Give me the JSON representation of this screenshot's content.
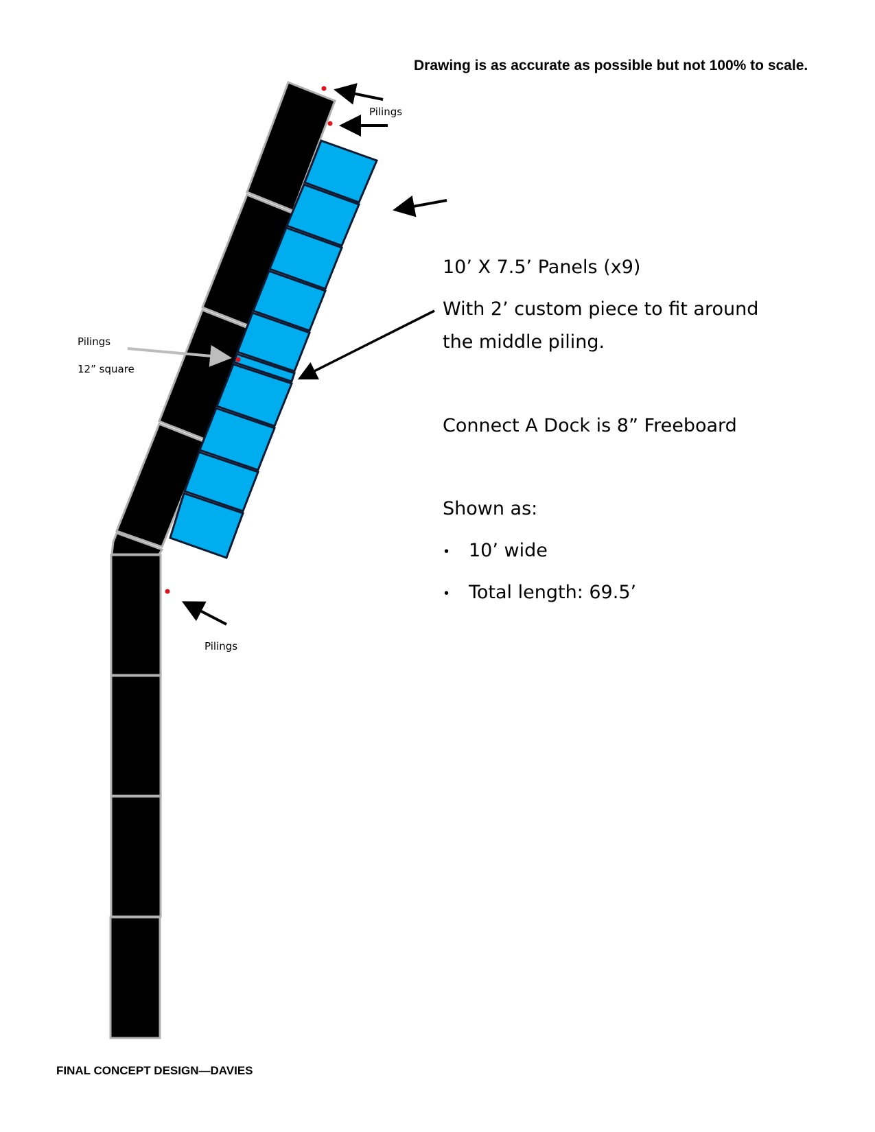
{
  "header": {
    "disclaimer": "Drawing is as accurate as possible but not 100% to scale."
  },
  "labels": {
    "pilings_top": "Pilings",
    "pilings_middle": "Pilings",
    "pilings_middle_size": "12” square",
    "pilings_bottom": "Pilings"
  },
  "notes": {
    "panels": "10’ X 7.5’ Panels (x9)",
    "custom_piece_line1": "With 2’ custom piece to fit around",
    "custom_piece_line2": "the middle piling.",
    "freeboard": "Connect A Dock is 8” Freeboard",
    "shown_as": "Shown as:",
    "bullets": [
      "10’ wide",
      "Total length: 69.5’"
    ]
  },
  "footer": {
    "title": "FINAL CONCEPT DESIGN—DAVIES"
  },
  "colors": {
    "dock": "#000000",
    "dock_seam": "#b0b0b0",
    "panel": "#00aeef",
    "panel_border": "#0a1a33",
    "piling": "#e0141e",
    "callout_arrow": "#000000",
    "piling_arrow": "#bdbdbd"
  },
  "diagram": {
    "dock_segments_straight": 4,
    "dock_segments_angled": 4,
    "blue_panels": 9,
    "custom_piece_count": 1,
    "pilings_shown": 4
  }
}
